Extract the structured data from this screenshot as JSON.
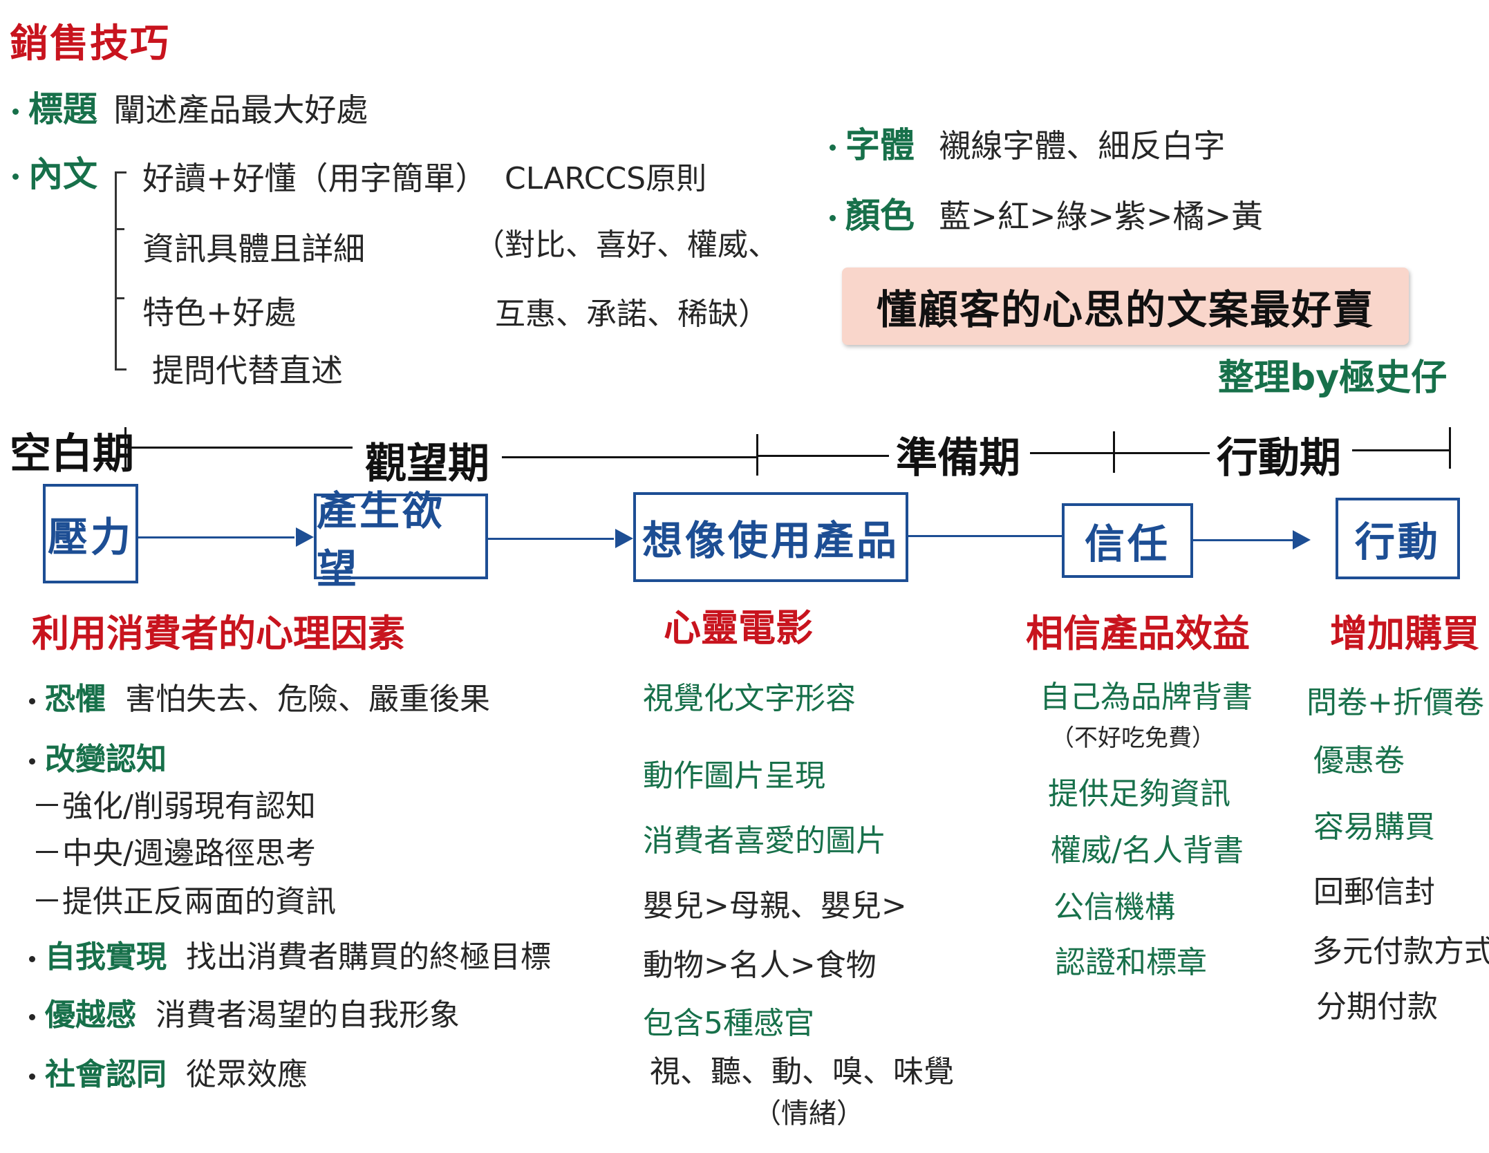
{
  "title": "銷售技巧",
  "left_notes": {
    "b1_label": "標題",
    "b1_text": "闡述產品最大好處",
    "b2_label": "內文",
    "b2_items": [
      "好讀+好懂（用字簡單）",
      "資訊具體且詳細",
      "特色+好處",
      "提問代替直述"
    ],
    "clarccs_title": "CLARCCS原則",
    "clarccs_line1": "（對比、喜好、權威、",
    "clarccs_line2": "互惠、承諾、稀缺）"
  },
  "right_notes": {
    "font_label": "字體",
    "font_text": "襯線字體、細反白字",
    "color_label": "顏色",
    "color_text": "藍>紅>綠>紫>橘>黃"
  },
  "slogan": "懂顧客的心思的文案最好賣",
  "credit": "整理by極史仔",
  "stages": [
    "空白期",
    "觀望期",
    "準備期",
    "行動期"
  ],
  "boxes": [
    "壓力",
    "產生欲望",
    "想像使用產品",
    "信任",
    "行動"
  ],
  "col1": {
    "heading": "利用消費者的心理因素",
    "items": [
      {
        "label": "恐懼",
        "text": "害怕失去、危險、嚴重後果"
      },
      {
        "label": "改變認知",
        "text": ""
      }
    ],
    "subitems": [
      "－強化/削弱現有認知",
      "－中央/週邊路徑思考",
      "－提供正反兩面的資訊"
    ],
    "items2": [
      {
        "label": "自我實現",
        "text": "找出消費者購買的終極目標"
      },
      {
        "label": "優越感",
        "text": "消費者渴望的自我形象"
      },
      {
        "label": "社會認同",
        "text": "從眾效應"
      }
    ]
  },
  "col2": {
    "heading": "心靈電影",
    "items": [
      "視覺化文字形容",
      "動作圖片呈現",
      "消費者喜愛的圖片",
      "嬰兒>母親、嬰兒>",
      "動物>名人>食物",
      "包含5種感官"
    ],
    "senses": "視、聽、動、嗅、味覺",
    "senses_note": "（情緒）"
  },
  "col3": {
    "heading": "相信產品效益",
    "items": [
      "自己為品牌背書",
      "（不好吃免費）",
      "提供足夠資訊",
      "權威/名人背書",
      "公信機構",
      "認證和標章"
    ]
  },
  "col4": {
    "heading": "增加購買",
    "items": [
      "問卷+折價卷",
      "優惠卷",
      "容易購買",
      "回郵信封",
      "多元付款方式",
      "分期付款"
    ]
  },
  "colors": {
    "red": "#c8141e",
    "green": "#17704a",
    "blue": "#1d4e94",
    "slogan_bg": "#f9d6cb"
  }
}
